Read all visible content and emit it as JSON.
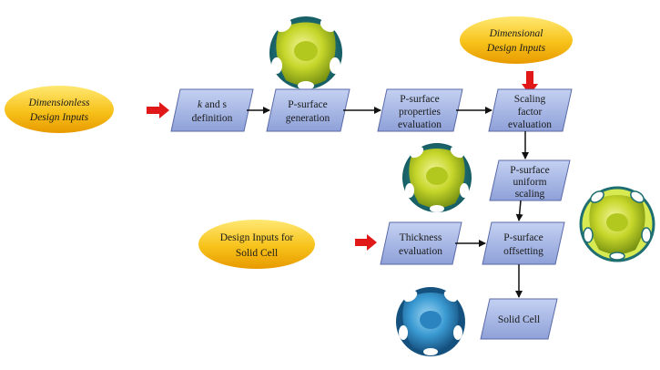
{
  "inputs": [
    {
      "id": "dimensionless",
      "lines": [
        "Dimensionless",
        "Design Inputs"
      ],
      "italic": true
    },
    {
      "id": "dimensional",
      "lines": [
        "Dimensional",
        "Design Inputs"
      ],
      "italic": true
    },
    {
      "id": "solid_cell_inputs",
      "lines": [
        "Design Inputs for",
        "Solid Cell"
      ],
      "italic": false
    }
  ],
  "steps": [
    {
      "id": "k_s_definition",
      "lines": [
        "k and s",
        "definition"
      ],
      "italic_first_char": true
    },
    {
      "id": "p_surface_generation",
      "lines": [
        "P-surface",
        "generation"
      ]
    },
    {
      "id": "p_surface_properties",
      "lines": [
        "P-surface",
        "properties",
        "evaluation"
      ]
    },
    {
      "id": "scaling_factor",
      "lines": [
        "Scaling",
        "factor",
        "evaluation"
      ]
    },
    {
      "id": "uniform_scaling",
      "lines": [
        "P-surface",
        "uniform",
        "scaling"
      ]
    },
    {
      "id": "thickness_evaluation",
      "lines": [
        "Thickness",
        "evaluation"
      ]
    },
    {
      "id": "p_surface_offsetting",
      "lines": [
        "P-surface",
        "offsetting"
      ]
    },
    {
      "id": "solid_cell",
      "lines": [
        "Solid Cell"
      ]
    }
  ],
  "colors": {
    "oval_fill_top": "#ffd84a",
    "oval_fill_bottom": "#f0a800",
    "box_fill_top": "#b9c8ee",
    "box_fill_bottom": "#8d9fd8",
    "box_stroke": "#5a6aa8",
    "arrow_black": "#111111",
    "arrow_red": "#e01818",
    "surface_yellow": "#c8d82a",
    "surface_teal": "#1f7a7a",
    "solid_blue": "#2f8fc8"
  },
  "icons": [
    "p-surface-generated-icon",
    "p-surface-scaled-icon",
    "p-surface-offset-icon",
    "solid-cell-icon"
  ]
}
